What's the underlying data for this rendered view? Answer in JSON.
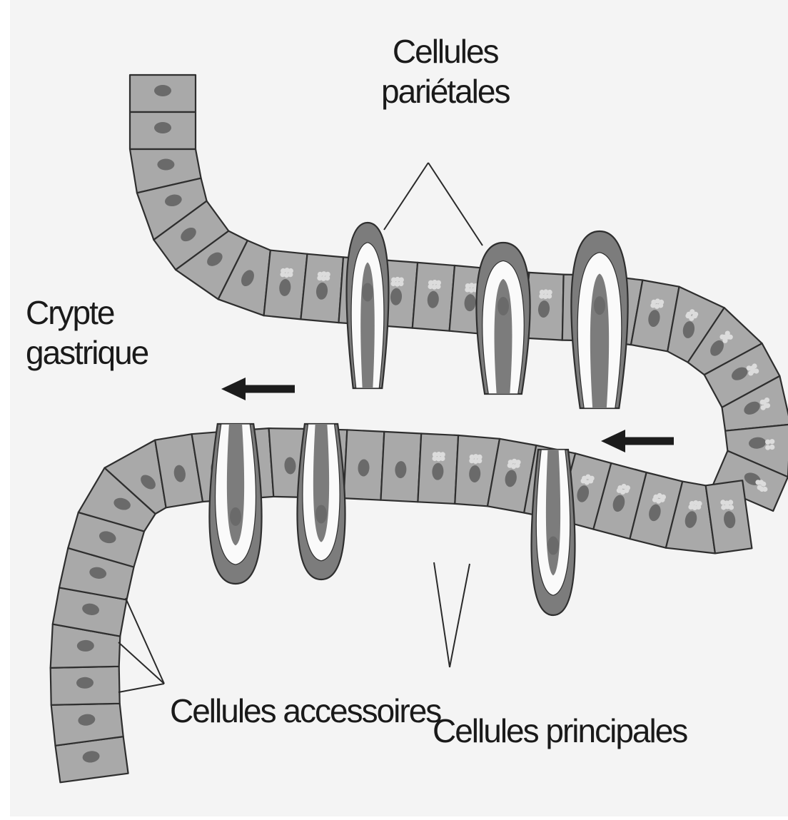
{
  "diagram": {
    "labels": {
      "parietal_cells": [
        "Cellules",
        "pariétales"
      ],
      "gastric_crypt": [
        "Crypte",
        "gastrique"
      ],
      "accessory_cells": "Cellules accessoires",
      "chief_cells": "Cellules principales"
    },
    "colors": {
      "background": "#f4f4f4",
      "cell_fill": "#a9a9a9",
      "cell_stroke": "#2e2e2e",
      "nucleus": "#6a6a6a",
      "parietal_outer": "#7c7c7c",
      "parietal_canaliculus": "#fafafa",
      "granule": "#dcdcdc",
      "arrow": "#1c1c1c",
      "pointer_line": "#2a2a2a"
    },
    "icons": [
      "left-arrow-icon",
      "left-arrow-icon"
    ]
  }
}
